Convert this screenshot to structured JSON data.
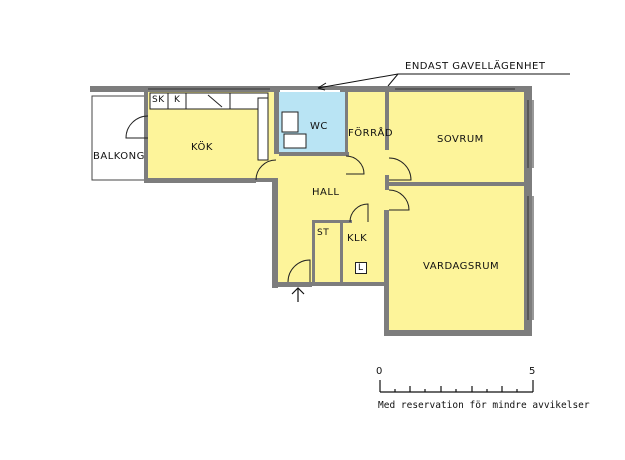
{
  "rooms": {
    "balkong": "BALKONG",
    "kok": "KÖK",
    "sk": "SK",
    "k": "K",
    "wc": "WC",
    "forrad": "FÖRRÅD",
    "sovrum": "SOVRUM",
    "hall": "HALL",
    "st": "ST",
    "klk": "KLK",
    "l": "L",
    "vardagsrum": "VARDAGSRUM"
  },
  "annotation": "ENDAST GAVELLÄGENHET",
  "scale": {
    "start": "0",
    "end": "5"
  },
  "disclaimer": "Med reservation för mindre avvikelser",
  "colors": {
    "room": "#fdf49a",
    "wc": "#b9e4f4",
    "wall": "#7d7d7d",
    "ink": "#111111"
  }
}
